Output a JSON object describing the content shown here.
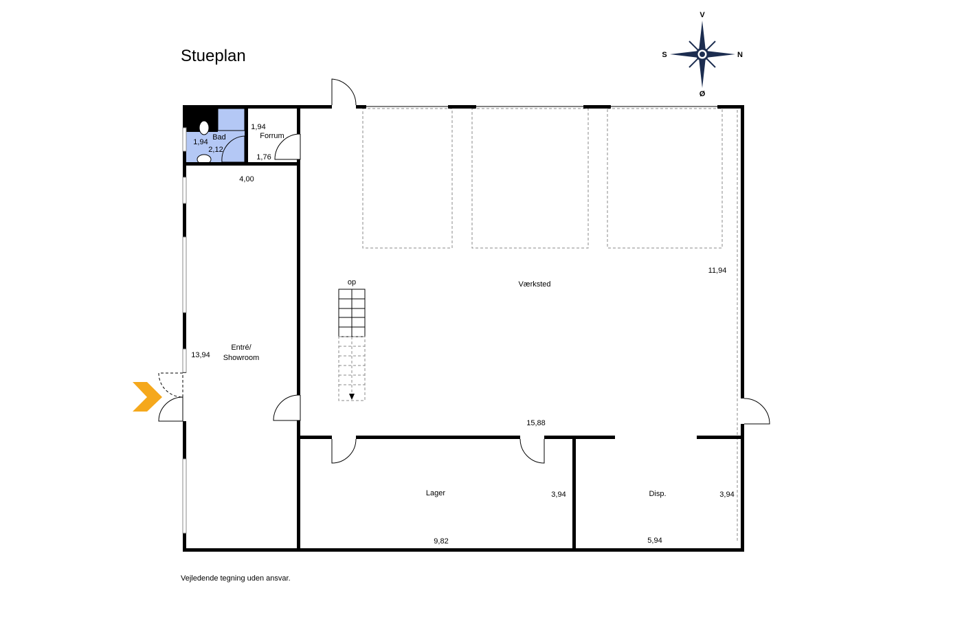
{
  "title": "Stueplan",
  "disclaimer": "Vejledende tegning uden ansvar.",
  "compass": {
    "north": "N",
    "south": "S",
    "east": "Ø",
    "west": "V"
  },
  "rooms": {
    "bad": {
      "name": "Bad",
      "width": "1,94",
      "length": "2,12"
    },
    "forrum": {
      "name": "Forrum",
      "width": "1,94",
      "length": "1,76"
    },
    "entre": {
      "name_line1": "Entré/",
      "name_line2": "Showroom",
      "width": "4,00",
      "length": "13,94"
    },
    "vaerksted": {
      "name": "Værksted",
      "width": "15,88",
      "length": "11,94"
    },
    "lager": {
      "name": "Lager",
      "width": "9,82",
      "length": "3,94"
    },
    "disp": {
      "name": "Disp.",
      "width": "5,94",
      "length": "3,94"
    }
  },
  "stairs": {
    "label": "op"
  },
  "colors": {
    "bathroom": "#b4c8f5",
    "entrance_arrow": "#f5a81c",
    "compass": "#1c2d50"
  }
}
